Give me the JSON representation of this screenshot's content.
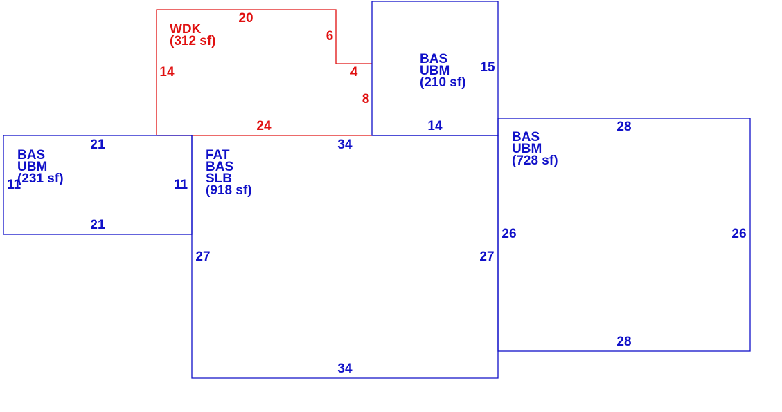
{
  "colors": {
    "living": "#1010c8",
    "deck": "#e01010"
  },
  "areas": [
    {
      "id": "wdk",
      "color": "deck",
      "label_lines": [
        "WDK",
        "(312 sf)"
      ],
      "sides": [
        "20",
        "6",
        "4",
        "8",
        "24",
        "14"
      ]
    },
    {
      "id": "bas-upper",
      "color": "living",
      "label_lines": [
        "BAS",
        "UBM",
        "(210 sf)"
      ],
      "sides": [
        "15",
        "14"
      ]
    },
    {
      "id": "bas-left",
      "color": "living",
      "label_lines": [
        "BAS",
        "UBM",
        "(231 sf)"
      ],
      "sides": [
        "21",
        "11",
        "21",
        "11"
      ]
    },
    {
      "id": "fat-center",
      "color": "living",
      "label_lines": [
        "FAT",
        "BAS",
        "SLB",
        "(918 sf)"
      ],
      "sides": [
        "34",
        "27",
        "34",
        "27"
      ]
    },
    {
      "id": "bas-right",
      "color": "living",
      "label_lines": [
        "BAS",
        "UBM",
        "(728 sf)"
      ],
      "sides": [
        "28",
        "26",
        "28",
        "26"
      ]
    }
  ]
}
